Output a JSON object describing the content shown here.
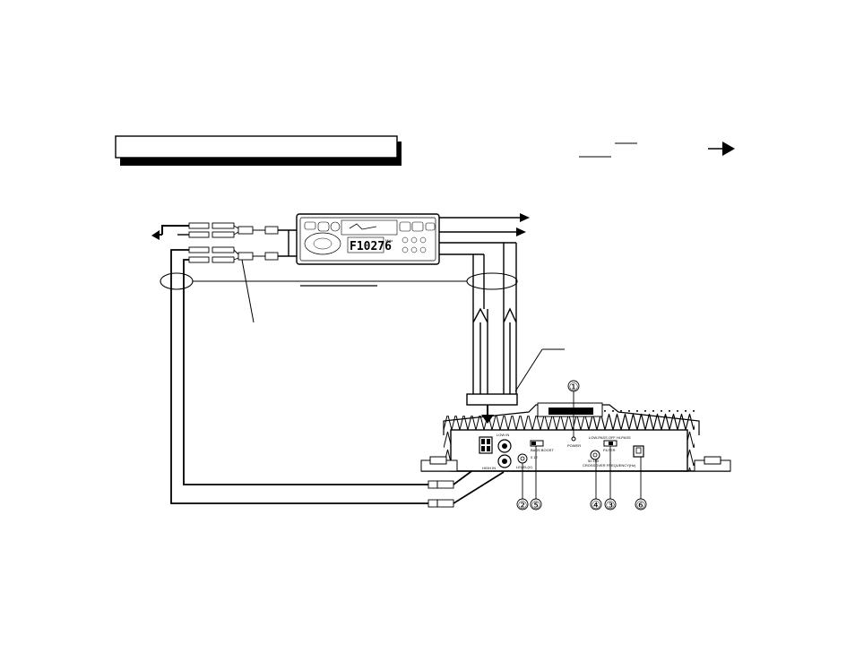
{
  "header_box": {
    "text": ""
  },
  "head_unit": {
    "display": "F10276",
    "display_suffix": "MHz"
  },
  "amplifier": {
    "labels": {
      "low_in": "LOW IN",
      "high_in": "HIGH IN",
      "bass_boost": "BASS BOOST",
      "power": "POWER",
      "level": "LEVEL(V)",
      "filter_modes": "LOW-PASS OFF HI-PASS",
      "filter": "FILTER",
      "crossover_range": "50 100",
      "crossover": "CROSSOVER FREQUENCY(Hz)",
      "boost_values": "0 12"
    },
    "callouts": [
      "①",
      "②",
      "③",
      "④",
      "⑤",
      "⑥"
    ]
  }
}
